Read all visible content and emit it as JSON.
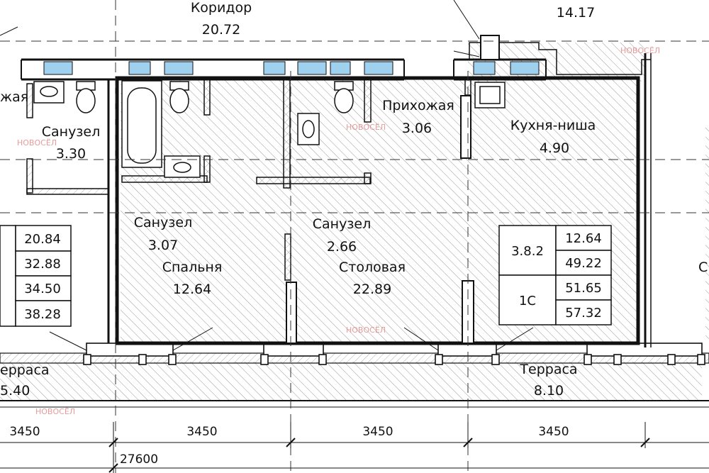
{
  "rooms": {
    "corridor": {
      "name": "Коридор",
      "area": "20.72"
    },
    "top_area": "14.17",
    "hall_left_partial": "жая",
    "bath_left": {
      "name": "Санузел",
      "area": "3.30"
    },
    "bath_1": {
      "name": "Санузел",
      "area": "3.07"
    },
    "bath_2": {
      "name": "Санузел",
      "area": "2.66"
    },
    "hallway": {
      "name": "Прихожая",
      "area": "3.06"
    },
    "kitchen": {
      "name": "Кухня-ниша",
      "area": "4.90"
    },
    "bedroom": {
      "name": "Спальня",
      "area": "12.64"
    },
    "dining": {
      "name": "Столовая",
      "area": "22.89"
    },
    "terrace_left": {
      "name": "ерраса",
      "area": "5.40"
    },
    "terrace": {
      "name": "Терраса",
      "area": "8.10"
    },
    "right_partial": "С"
  },
  "left_table": [
    "20.84",
    "32.88",
    "34.50",
    "38.28"
  ],
  "apartment_table": {
    "code": "3.8.2",
    "type": "1С",
    "values": [
      "12.64",
      "49.22",
      "51.65",
      "57.32"
    ]
  },
  "dimensions": {
    "segments": [
      "3450",
      "3450",
      "3450",
      "3450"
    ],
    "total": "27600"
  },
  "watermark": {
    "brand": "НОВОСЁЛ"
  },
  "colors": {
    "line": "#111111",
    "fixture": "#9fd0ee",
    "hatch": "#9a9a9a",
    "watermark": "#e07a7a"
  }
}
